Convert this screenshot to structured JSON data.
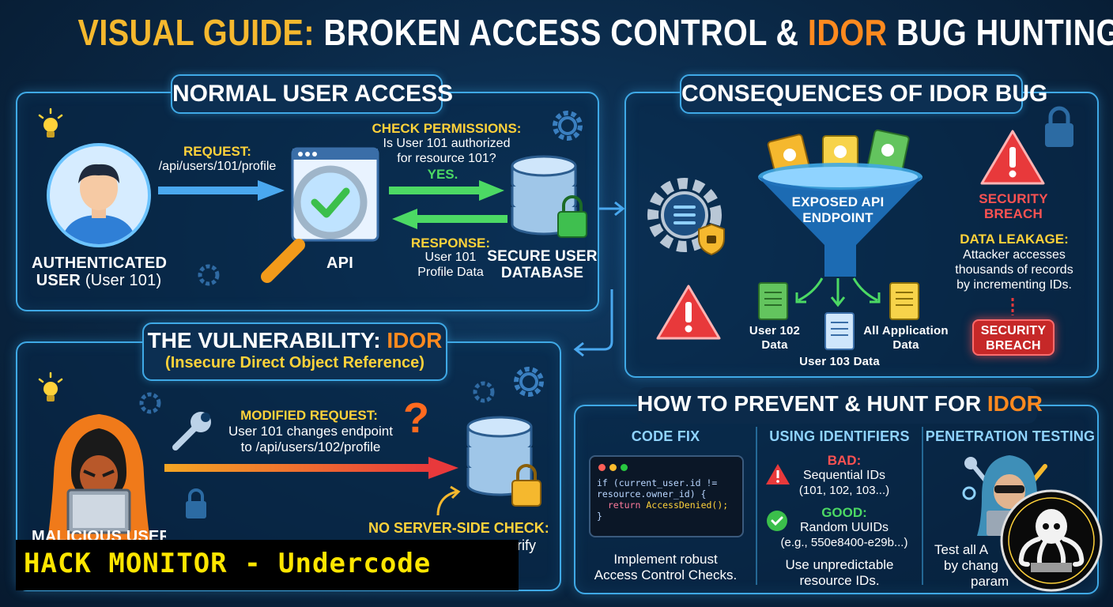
{
  "title": {
    "prefix": "VISUAL GUIDE:",
    "part1": "BROKEN ACCESS CONTROL &",
    "highlight": "IDOR",
    "part2": "BUG HUNTING"
  },
  "normal_access": {
    "heading": "NORMAL USER ACCESS",
    "user_label_bold": "AUTHENTICATED",
    "user_label_line2_bold": "USER",
    "user_label_line2_rest": "(User 101)",
    "request_label": "REQUEST:",
    "request_path": "/api/users/101/profile",
    "api_label": "API",
    "check_label": "CHECK PERMISSIONS:",
    "check_line1": "Is User 101 authorized",
    "check_line2": "for resource 101?",
    "yes_label": "YES.",
    "response_label": "RESPONSE:",
    "response_line1": "User 101",
    "response_line2": "Profile Data",
    "db_label_line1": "SECURE USER",
    "db_label_line2": "DATABASE"
  },
  "consequences": {
    "heading": "CONSEQUENCES OF IDOR BUG",
    "endpoint_line1": "EXPOSED API",
    "endpoint_line2": "ENDPOINT",
    "security_breach_1_line1": "SECURITY",
    "security_breach_1_line2": "BREACH",
    "data_leakage_label": "DATA LEAKAGE:",
    "data_leakage_line1": "Attacker accesses",
    "data_leakage_line2": "thousands of records",
    "data_leakage_line3": "by incrementing IDs.",
    "security_breach_2_line1": "SECURITY",
    "security_breach_2_line2": "BREACH",
    "user102_line1": "User 102",
    "user102_line2": "Data",
    "user103": "User 103 Data",
    "all_app_line1": "All Application",
    "all_app_line2": "Data"
  },
  "vulnerability": {
    "heading_prefix": "THE VULNERABILITY:",
    "heading_highlight": "IDOR",
    "subheading": "(Insecure Direct Object Reference)",
    "modified_label": "MODIFIED REQUEST:",
    "modified_line1": "User 101 changes endpoint",
    "modified_line2": "to /api/users/102/profile",
    "malicious_partial": "MALICIOUS USER",
    "no_check_label": "NO SERVER-SIDE CHECK:",
    "no_check_partial": "rify"
  },
  "prevent": {
    "heading_prefix": "HOW TO PREVENT & HUNT FOR",
    "heading_highlight": "IDOR",
    "col1_title": "CODE FIX",
    "code_line1": "if (current_user.id !=",
    "code_line2": "resource.owner_id) {",
    "code_line3_kw": "return",
    "code_line3_rest": "AccessDenied();",
    "code_line4": "}",
    "col1_desc_line1": "Implement robust",
    "col1_desc_line2": "Access Control Checks.",
    "col2_title": "USING IDENTIFIERS",
    "bad_label": "BAD:",
    "bad_line1": "Sequential IDs",
    "bad_line2": "(101, 102, 103...)",
    "good_label": "GOOD:",
    "good_line1": "Random UUIDs",
    "good_line2": "(e.g., 550e8400-e29b...)",
    "col2_desc_line1": "Use unpredictable",
    "col2_desc_line2": "resource IDs.",
    "col3_title": "PENETRATION TESTING",
    "col3_desc_line1": "Test all A",
    "col3_desc_line2": "by chang",
    "col3_desc_line3": "param"
  },
  "watermark": {
    "text": "HACK MONITOR - Undercode"
  },
  "icons": {
    "user": "user-avatar-icon",
    "hacker": "hooded-hacker-icon",
    "api": "magnifier-check-icon",
    "db": "database-lock-icon",
    "warning": "warning-triangle-icon",
    "gear": "gear-icon",
    "lock": "lock-icon",
    "bulb": "lightbulb-icon",
    "doc": "document-icon",
    "logo": "octopus-logo-icon"
  },
  "colors": {
    "panel_border": "#3fa9e6",
    "title_gold": "#f5b82e",
    "idor_orange": "#ff8a1f",
    "label_yellow": "#ffd23a",
    "arrow_green": "#4cd964",
    "arrow_blue": "#4aa8ef",
    "danger_red": "#e8393b"
  }
}
